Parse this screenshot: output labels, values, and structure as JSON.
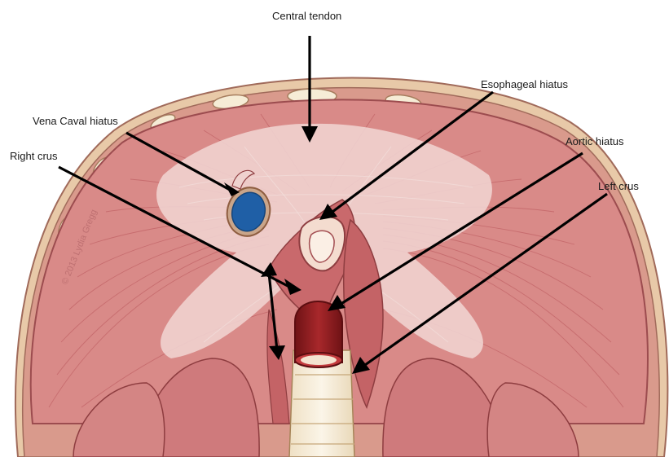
{
  "labels": {
    "central_tendon": "Central tendon",
    "esophageal_hiatus": "Esophageal hiatus",
    "vena_caval_hiatus": "Vena Caval hiatus",
    "aortic_hiatus": "Aortic hiatus",
    "right_crus": "Right crus",
    "left_crus": "Left crus"
  },
  "watermark": "© 2013 Lydia Gregg",
  "colors": {
    "muscle": "#d98a88",
    "muscle_dark": "#b5565a",
    "tendon": "#f1d3d0",
    "rib": "#f6ecd6",
    "vena_cava": "#1f5fa6",
    "aorta": "#8f1f22",
    "arrow": "#000000"
  }
}
